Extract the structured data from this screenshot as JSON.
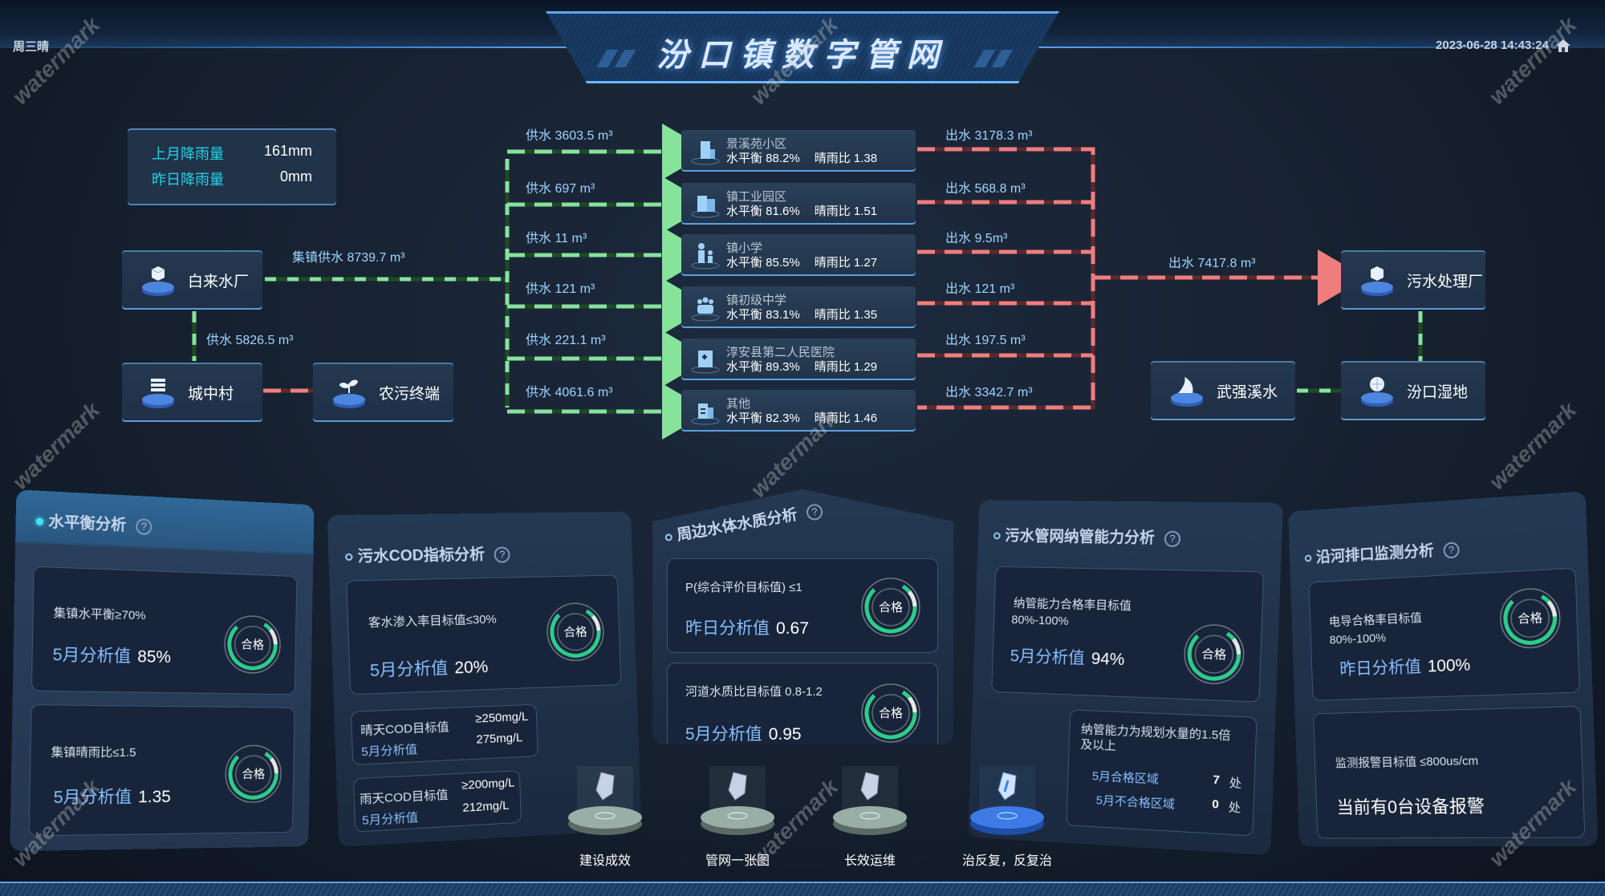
{
  "header": {
    "title": "汾口镇数字管网",
    "weather": "周三晴",
    "datetime": "2023-06-28 14:43:24",
    "home_icon": "home-icon"
  },
  "rain": {
    "rows": [
      {
        "label": "上月降雨量",
        "value": "161mm"
      },
      {
        "label": "昨日降雨量",
        "value": "0mm"
      }
    ]
  },
  "nodes": {
    "waterworks": {
      "label": "白来水厂",
      "icon": "box-icon"
    },
    "village": {
      "label": "城中村",
      "icon": "list-icon"
    },
    "rural_terminal": {
      "label": "农污终端",
      "icon": "sprout-icon"
    },
    "sewage_plant": {
      "label": "污水处理厂",
      "icon": "box-icon"
    },
    "wetland": {
      "label": "汾口湿地",
      "icon": "globe-icon"
    },
    "stream": {
      "label": "武强溪水",
      "icon": "wave-icon"
    }
  },
  "flows": {
    "town_supply": "集镇供水 8739.7 m³",
    "village_supply": "供水 5826.5 m³",
    "to_plant": "出水 7417.8 m³"
  },
  "consumers": [
    {
      "name": "景溪苑小区",
      "icon": "building-icon",
      "supply": "供水 3603.5 m³",
      "outflow": "出水 3178.3 m³",
      "balance": "水平衡 88.2%",
      "ratio": "晴雨比 1.38"
    },
    {
      "name": "镇工业园区",
      "icon": "factory-icon",
      "supply": "供水 697 m³",
      "outflow": "出水 568.8 m³",
      "balance": "水平衡 81.6%",
      "ratio": "晴雨比 1.51"
    },
    {
      "name": "镇小学",
      "icon": "parent-child-icon",
      "supply": "供水 11 m³",
      "outflow": "出水 9.5m³",
      "balance": "水平衡 85.5%",
      "ratio": "晴雨比 1.27"
    },
    {
      "name": "镇初级中学",
      "icon": "group-icon",
      "supply": "供水 121 m³",
      "outflow": "出水 121 m³",
      "balance": "水平衡 83.1%",
      "ratio": "晴雨比 1.35"
    },
    {
      "name": "淳安县第二人民医院",
      "icon": "hospital-icon",
      "supply": "供水 221.1 m³",
      "outflow": "出水 197.5 m³",
      "balance": "水平衡 89.3%",
      "ratio": "晴雨比 1.29"
    },
    {
      "name": "其他",
      "icon": "office-icon",
      "supply": "供水 4061.6 m³",
      "outflow": "出水 3342.7 m³",
      "balance": "水平衡 82.3%",
      "ratio": "晴雨比 1.46"
    }
  ],
  "panels": {
    "balance": {
      "title": "水平衡分析",
      "cards": [
        {
          "target": "集镇水平衡≥70%",
          "label": "5月分析值",
          "value": "85%",
          "status": "合格"
        },
        {
          "target": "集镇晴雨比≤1.5",
          "label": "5月分析值",
          "value": "1.35",
          "status": "合格"
        }
      ]
    },
    "cod": {
      "title": "污水COD指标分析",
      "card": {
        "target": "客水渗入率目标值≤30%",
        "label": "5月分析值",
        "value": "20%",
        "status": "合格"
      },
      "subs": [
        {
          "target_label": "晴天COD目标值",
          "target_value": "≥250mg/L",
          "label": "5月分析值",
          "value": "275mg/L"
        },
        {
          "target_label": "雨天COD目标值",
          "target_value": "≥200mg/L",
          "label": "5月分析值",
          "value": "212mg/L"
        }
      ]
    },
    "quality": {
      "title": "周边水体水质分析",
      "cards": [
        {
          "target": "P(综合评价目标值) ≤1",
          "label": "昨日分析值",
          "value": "0.67",
          "status": "合格"
        },
        {
          "target": "河道水质比目标值 0.8-1.2",
          "label": "5月分析值",
          "value": "0.95",
          "status": "合格"
        }
      ]
    },
    "capacity": {
      "title": "污水管网纳管能力分析",
      "card": {
        "target": "纳管能力合格率目标值",
        "target2": "80%-100%",
        "label": "5月分析值",
        "value": "94%",
        "status": "合格"
      },
      "sub": {
        "desc": "纳管能力为规划水量的1.5倍及以上",
        "rows": [
          {
            "label": "5月合格区域",
            "value": "7",
            "unit": "处"
          },
          {
            "label": "5月不合格区域",
            "value": "0",
            "unit": "处"
          }
        ]
      }
    },
    "outfall": {
      "title": "沿河排口监测分析",
      "card": {
        "target": "电导合格率目标值",
        "target2": "80%-100%",
        "label": "昨日分析值",
        "value": "100%",
        "status": "合格"
      },
      "alarm": {
        "target": "监测报警目标值 ≤800us/cm",
        "text": "当前有0台设备报警"
      }
    }
  },
  "nav": [
    {
      "label": "建设成效",
      "active": false
    },
    {
      "label": "管网一张图",
      "active": false
    },
    {
      "label": "长效运维",
      "active": false
    },
    {
      "label": "治反复，反复治",
      "active": true
    }
  ],
  "colors": {
    "supply": "#86e39a",
    "outflow": "#f07d7d",
    "accent": "#3fe2f5",
    "pass": "#2ecc8a"
  },
  "watermark": "watermark"
}
